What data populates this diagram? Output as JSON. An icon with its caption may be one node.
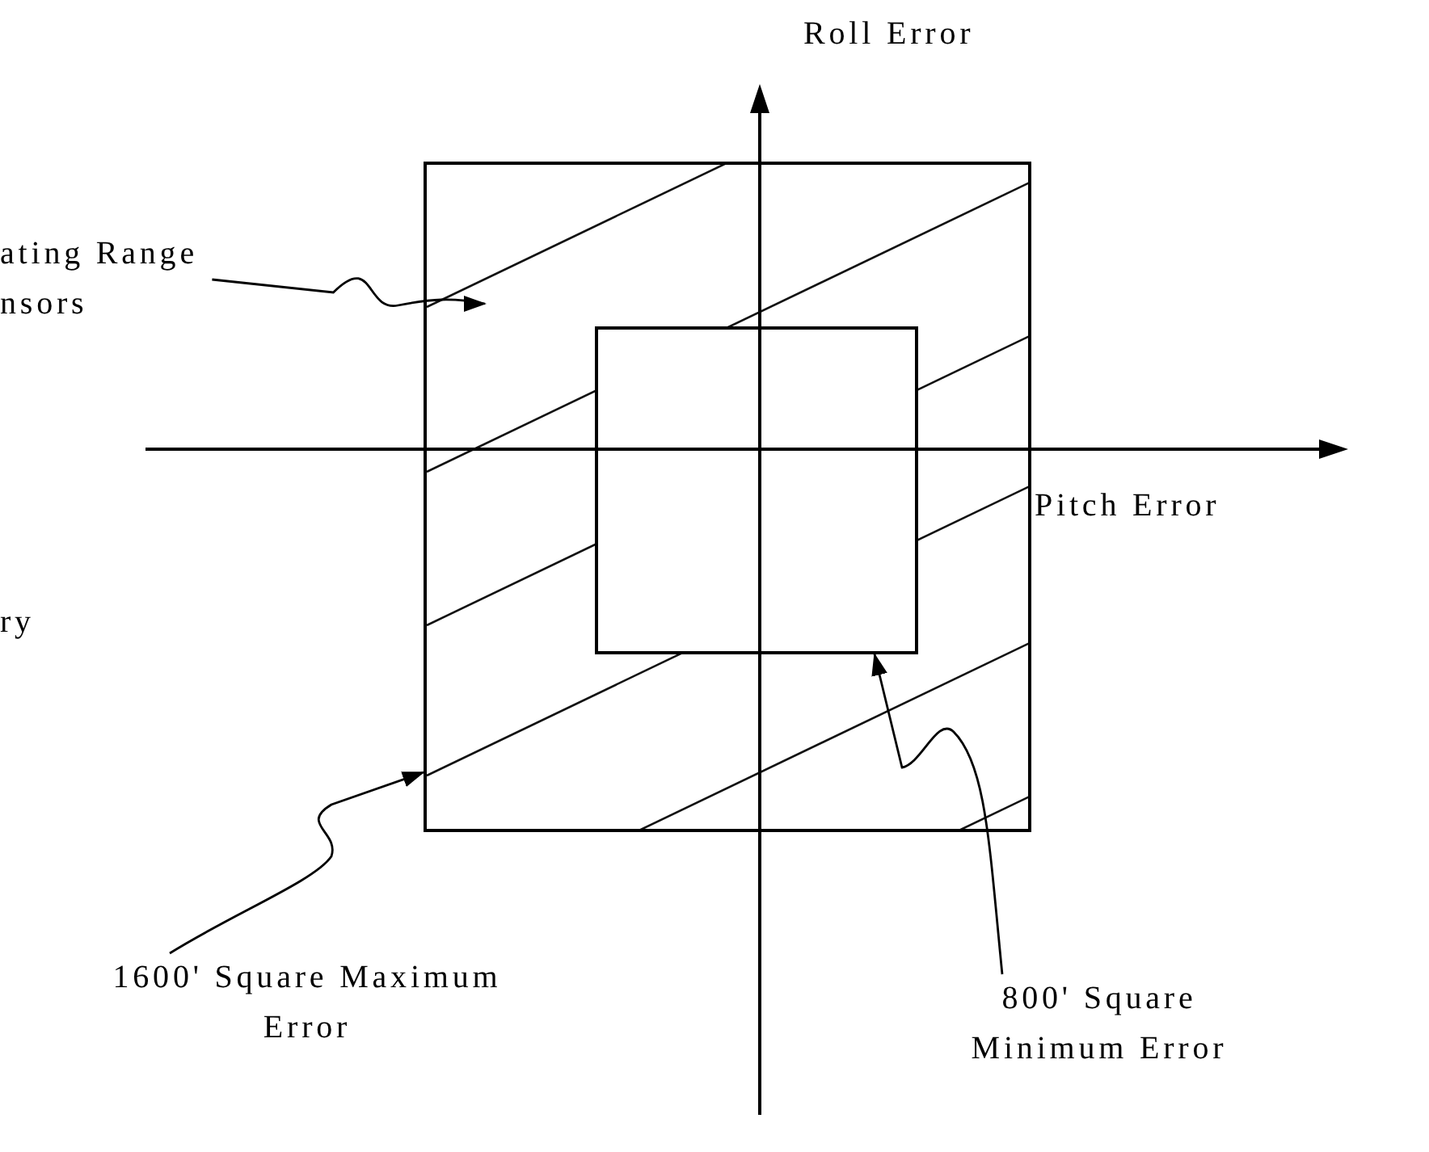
{
  "diagram": {
    "nodes": [
      {
        "text": [],
        "shape": "box"
      },
      {
        "text": [],
        "shape": "box",
        "in": 0
      },
      {
        "text": [
          "ating Range nsors"
        ]
      },
      {
        "text": [
          "1600' Square Maximum Error"
        ]
      },
      {
        "text": [
          "800' Square Minimum Error"
        ]
      }
    ],
    "edges": [
      {
        "from": 2,
        "to": 0,
        "arrow": "to"
      },
      {
        "from": 3,
        "to": 0,
        "arrow": "to"
      },
      {
        "from": 4,
        "to": 1,
        "arrow": "to"
      }
    ],
    "labels": [
      "Roll Error",
      "Pitch Error",
      "ry"
    ]
  }
}
